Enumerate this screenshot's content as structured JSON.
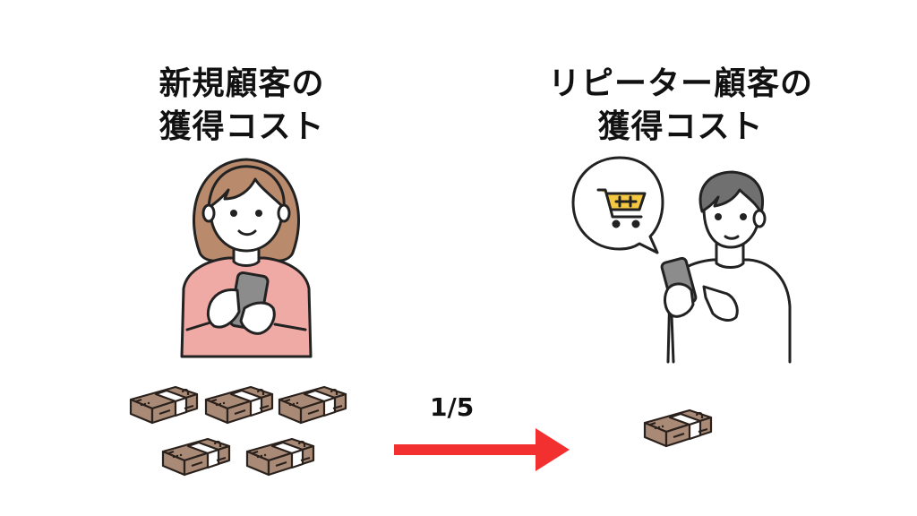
{
  "left": {
    "title_line1": "新規顧客の",
    "title_line2": "獲得コスト",
    "person": "woman-with-smartphone",
    "money_bundles": 5
  },
  "right": {
    "title_line1": "リピーター顧客の",
    "title_line2": "獲得コスト",
    "person": "man-with-smartphone",
    "speech_bubble_icon": "shopping-cart-icon",
    "money_bundles": 1
  },
  "arrow": {
    "label": "1/5",
    "color": "#f23030"
  },
  "colors": {
    "money": "#a88a76",
    "hair_woman": "#b98a6c",
    "shirt_woman": "#f0aaa6",
    "hair_man": "#707070",
    "phone": "#8c8c8c",
    "cart": "#f5c842"
  }
}
